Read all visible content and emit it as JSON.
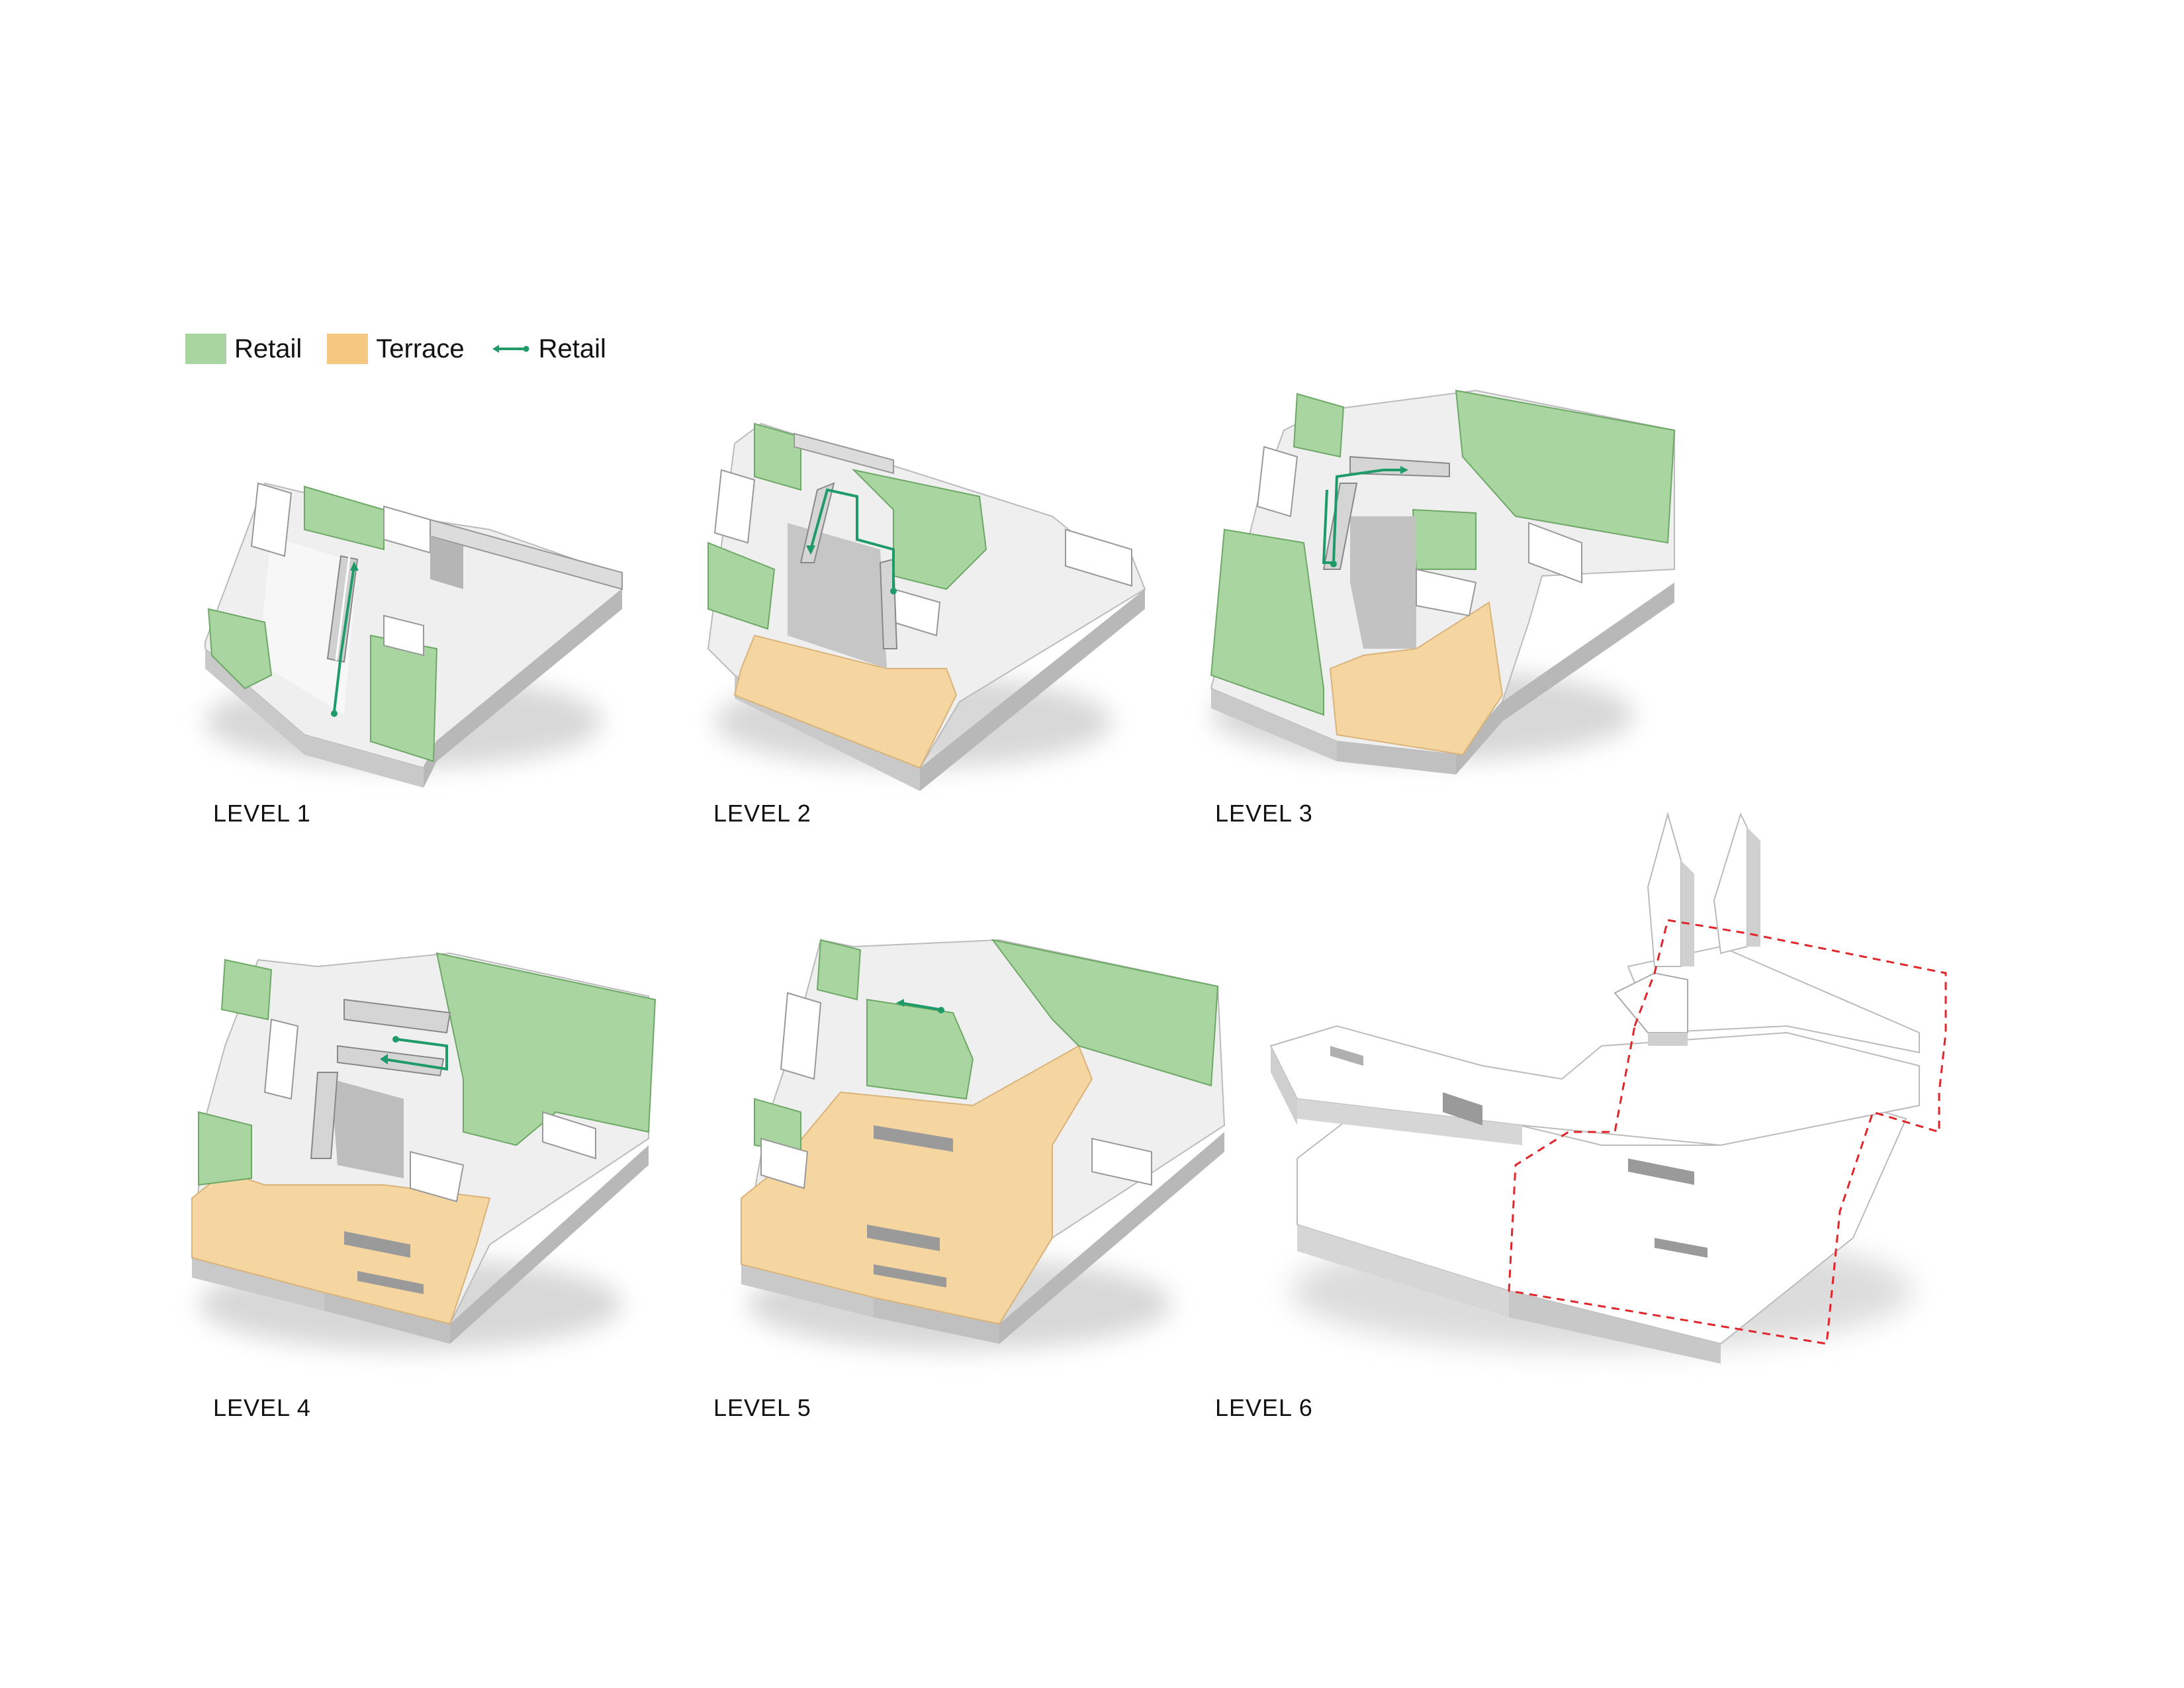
{
  "colors": {
    "retail": "#a8d5a0",
    "retail_dark": "#6ea866",
    "terrace": "#f5d5a0",
    "terrace_dark": "#d9b37a",
    "circulation": "#1f9b6a",
    "footprint": "#e0262b",
    "massing": "#ffffff",
    "massing_side": "#c9c9c9",
    "massing_shadow": "#8c8c8c"
  },
  "legend": [
    {
      "label": "Retail",
      "kind": "area",
      "color_key": "retail"
    },
    {
      "label": "Terrace",
      "kind": "area",
      "color_key": "terrace"
    },
    {
      "label": "Retail",
      "kind": "arrow",
      "color_key": "circulation"
    }
  ],
  "levels": [
    {
      "label": "LEVEL 1",
      "has_terrace": false,
      "has_footprint": false
    },
    {
      "label": "LEVEL 2",
      "has_terrace": true,
      "has_footprint": false
    },
    {
      "label": "LEVEL 3",
      "has_terrace": true,
      "has_footprint": false
    },
    {
      "label": "LEVEL 4",
      "has_terrace": true,
      "has_footprint": false
    },
    {
      "label": "LEVEL 5",
      "has_terrace": true,
      "has_footprint": false
    },
    {
      "label": "LEVEL 6",
      "has_terrace": false,
      "has_footprint": true
    }
  ]
}
